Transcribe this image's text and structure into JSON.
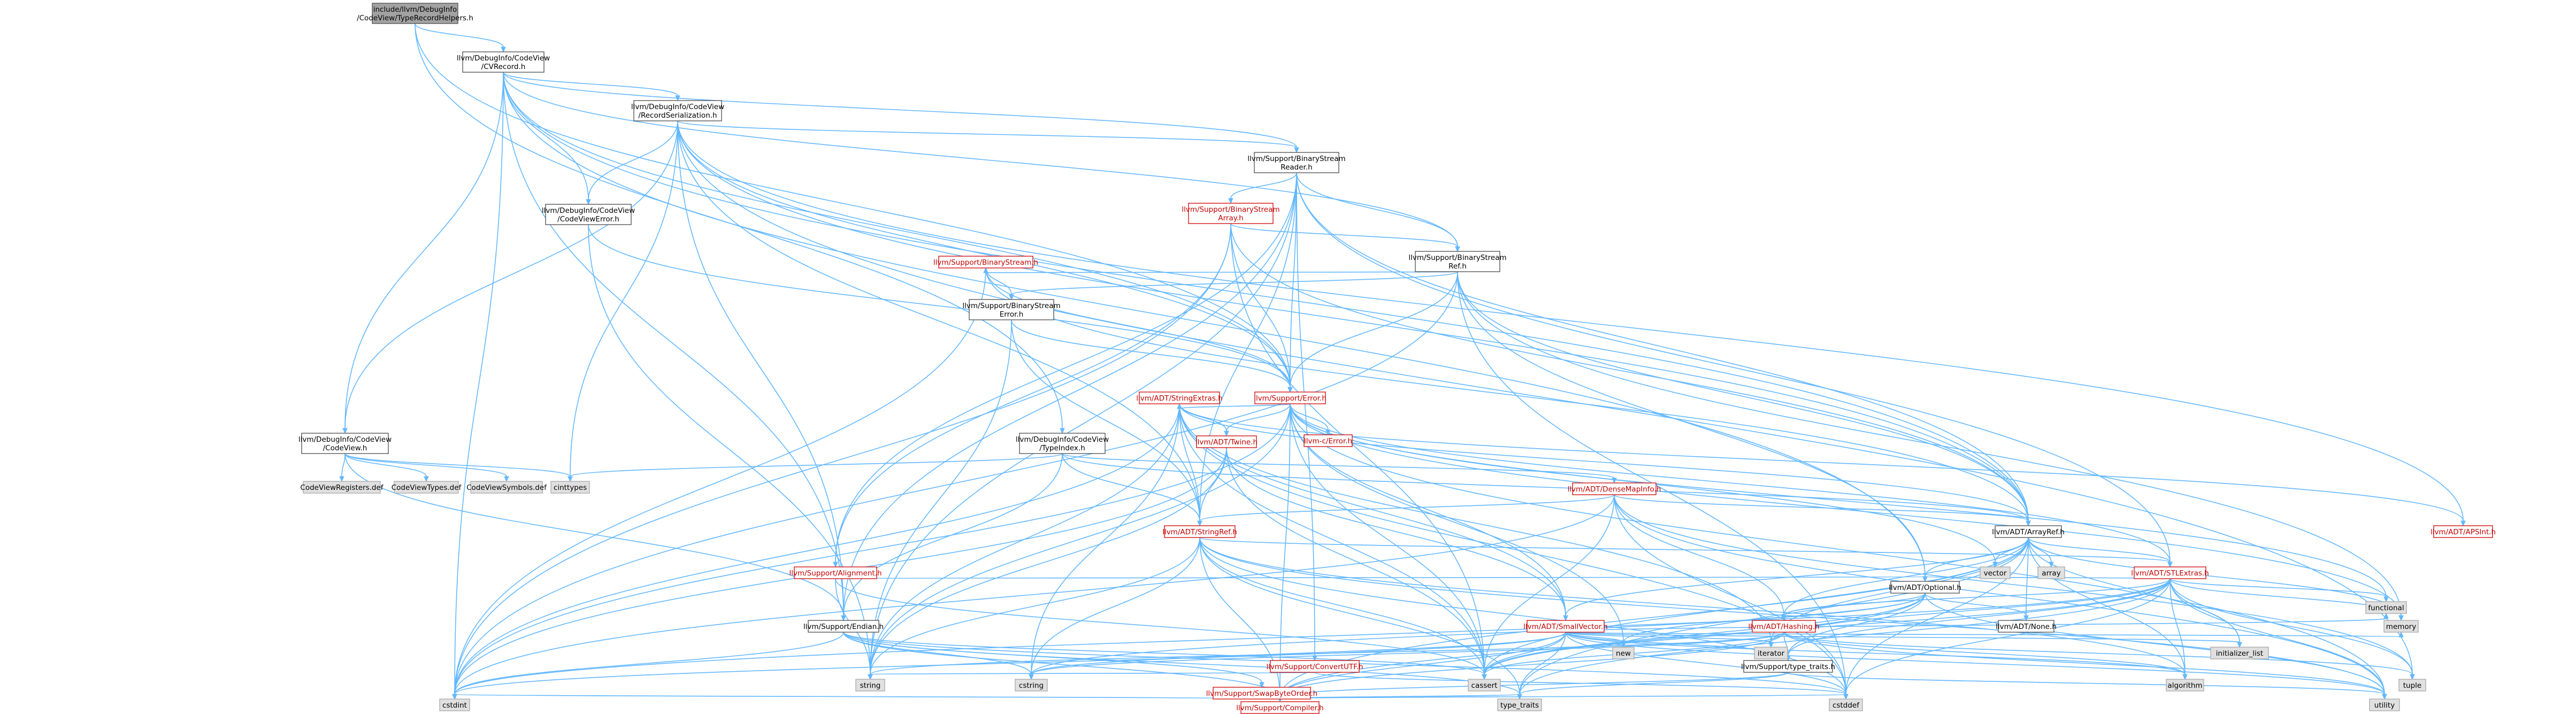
{
  "diagram": {
    "nodes": [
      {
        "id": "root",
        "lines": [
          "include/llvm/DebugInfo",
          "/CodeView/TypeRecordHelpers.h"
        ],
        "style": "root"
      },
      {
        "id": "cvrecord",
        "lines": [
          "llvm/DebugInfo/CodeView",
          "/CVRecord.h"
        ],
        "style": "plain"
      },
      {
        "id": "recser",
        "lines": [
          "llvm/DebugInfo/CodeView",
          "/RecordSerialization.h"
        ],
        "style": "plain"
      },
      {
        "id": "bsreader",
        "lines": [
          "llvm/Support/BinaryStream",
          "Reader.h"
        ],
        "style": "plain"
      },
      {
        "id": "bsarray",
        "lines": [
          "llvm/Support/BinaryStream",
          "Array.h"
        ],
        "style": "red"
      },
      {
        "id": "cverror",
        "lines": [
          "llvm/DebugInfo/CodeView",
          "/CodeViewError.h"
        ],
        "style": "plain"
      },
      {
        "id": "bsref",
        "lines": [
          "llvm/Support/BinaryStream",
          "Ref.h"
        ],
        "style": "plain"
      },
      {
        "id": "bstream",
        "lines": [
          "llvm/Support/BinaryStream.h"
        ],
        "style": "red"
      },
      {
        "id": "bserror",
        "lines": [
          "llvm/Support/BinaryStream",
          "Error.h"
        ],
        "style": "plain"
      },
      {
        "id": "error",
        "lines": [
          "llvm/Support/Error.h"
        ],
        "style": "red"
      },
      {
        "id": "codeview",
        "lines": [
          "llvm/DebugInfo/CodeView",
          "/CodeView.h"
        ],
        "style": "plain"
      },
      {
        "id": "typeindex",
        "lines": [
          "llvm/DebugInfo/CodeView",
          "/TypeIndex.h"
        ],
        "style": "plain"
      },
      {
        "id": "strext",
        "lines": [
          "llvm/ADT/StringExtras.h"
        ],
        "style": "red"
      },
      {
        "id": "cerror",
        "lines": [
          "llvm-c/Error.h"
        ],
        "style": "red"
      },
      {
        "id": "twine",
        "lines": [
          "llvm/ADT/Twine.h"
        ],
        "style": "red"
      },
      {
        "id": "strref",
        "lines": [
          "llvm/ADT/StringRef.h"
        ],
        "style": "red"
      },
      {
        "id": "densemapinfo",
        "lines": [
          "llvm/ADT/DenseMapInfo.h"
        ],
        "style": "red"
      },
      {
        "id": "arrayref",
        "lines": [
          "llvm/ADT/ArrayRef.h"
        ],
        "style": "plain"
      },
      {
        "id": "apsint",
        "lines": [
          "llvm/ADT/APSInt.h"
        ],
        "style": "red"
      },
      {
        "id": "alignment",
        "lines": [
          "llvm/Support/Alignment.h"
        ],
        "style": "red"
      },
      {
        "id": "stlextras",
        "lines": [
          "llvm/ADT/STLExtras.h"
        ],
        "style": "red"
      },
      {
        "id": "optional",
        "lines": [
          "llvm/ADT/Optional.h"
        ],
        "style": "plain"
      },
      {
        "id": "smallvec",
        "lines": [
          "llvm/ADT/SmallVector.h"
        ],
        "style": "red"
      },
      {
        "id": "convertutf",
        "lines": [
          "llvm/Support/ConvertUTF.h"
        ],
        "style": "red"
      },
      {
        "id": "endian",
        "lines": [
          "llvm/Support/Endian.h"
        ],
        "style": "plain"
      },
      {
        "id": "none",
        "lines": [
          "llvm/ADT/None.h"
        ],
        "style": "plain"
      },
      {
        "id": "hashing",
        "lines": [
          "llvm/ADT/Hashing.h"
        ],
        "style": "red"
      },
      {
        "id": "swapbyte",
        "lines": [
          "llvm/Support/SwapByteOrder.h"
        ],
        "style": "red"
      },
      {
        "id": "typetraits",
        "lines": [
          "llvm/Support/type_traits.h"
        ],
        "style": "plain"
      },
      {
        "id": "compiler",
        "lines": [
          "llvm/Support/Compiler.h"
        ],
        "style": "red"
      },
      {
        "id": "cvreg",
        "lines": [
          "CodeViewRegisters.def"
        ],
        "style": "grey"
      },
      {
        "id": "cvtypes",
        "lines": [
          "CodeViewTypes.def"
        ],
        "style": "grey"
      },
      {
        "id": "cvsym",
        "lines": [
          "CodeViewSymbols.def"
        ],
        "style": "grey"
      },
      {
        "id": "cinttypes",
        "lines": [
          "cinttypes"
        ],
        "style": "grey"
      },
      {
        "id": "vector",
        "lines": [
          "vector"
        ],
        "style": "grey"
      },
      {
        "id": "array",
        "lines": [
          "array"
        ],
        "style": "grey"
      },
      {
        "id": "functional",
        "lines": [
          "functional"
        ],
        "style": "grey"
      },
      {
        "id": "memory",
        "lines": [
          "memory"
        ],
        "style": "grey"
      },
      {
        "id": "initlist",
        "lines": [
          "initializer_list"
        ],
        "style": "grey"
      },
      {
        "id": "iterator",
        "lines": [
          "iterator"
        ],
        "style": "grey"
      },
      {
        "id": "new",
        "lines": [
          "new"
        ],
        "style": "grey"
      },
      {
        "id": "string",
        "lines": [
          "string"
        ],
        "style": "grey"
      },
      {
        "id": "cstring",
        "lines": [
          "cstring"
        ],
        "style": "grey"
      },
      {
        "id": "cassert",
        "lines": [
          "cassert"
        ],
        "style": "grey"
      },
      {
        "id": "algorithm",
        "lines": [
          "algorithm"
        ],
        "style": "grey"
      },
      {
        "id": "tuple",
        "lines": [
          "tuple"
        ],
        "style": "grey"
      },
      {
        "id": "cstdint",
        "lines": [
          "cstdint"
        ],
        "style": "grey"
      },
      {
        "id": "typetraitsstd",
        "lines": [
          "type_traits"
        ],
        "style": "grey"
      },
      {
        "id": "cstddef",
        "lines": [
          "cstddef"
        ],
        "style": "grey"
      },
      {
        "id": "utility",
        "lines": [
          "utility"
        ],
        "style": "grey"
      }
    ],
    "edges": [
      [
        "root",
        "cvrecord"
      ],
      [
        "root",
        "error"
      ],
      [
        "root",
        "typeindex"
      ],
      [
        "cvrecord",
        "recser"
      ],
      [
        "cvrecord",
        "cverror"
      ],
      [
        "cvrecord",
        "codeview"
      ],
      [
        "cvrecord",
        "bsreader"
      ],
      [
        "cvrecord",
        "bsref"
      ],
      [
        "cvrecord",
        "arrayref"
      ],
      [
        "cvrecord",
        "optional"
      ],
      [
        "cvrecord",
        "endian"
      ],
      [
        "cvrecord",
        "error"
      ],
      [
        "cvrecord",
        "cstdint"
      ],
      [
        "recser",
        "bsreader"
      ],
      [
        "recser",
        "cverror"
      ],
      [
        "recser",
        "codeview"
      ],
      [
        "recser",
        "apsint"
      ],
      [
        "recser",
        "arrayref"
      ],
      [
        "recser",
        "strref"
      ],
      [
        "recser",
        "endian"
      ],
      [
        "recser",
        "error"
      ],
      [
        "recser",
        "cinttypes"
      ],
      [
        "recser",
        "tuple"
      ],
      [
        "bsreader",
        "bsarray"
      ],
      [
        "bsreader",
        "bsref"
      ],
      [
        "bsreader",
        "alignment"
      ],
      [
        "bsreader",
        "convertutf"
      ],
      [
        "bsreader",
        "endian"
      ],
      [
        "bsreader",
        "error"
      ],
      [
        "bsreader",
        "arrayref"
      ],
      [
        "bsreader",
        "strref"
      ],
      [
        "bsreader",
        "stlextras"
      ],
      [
        "bsreader",
        "string"
      ],
      [
        "bsreader",
        "type_traits_placeholder"
      ],
      [
        "bsarray",
        "bsref"
      ],
      [
        "bsarray",
        "error"
      ],
      [
        "bsarray",
        "arrayref"
      ],
      [
        "bsarray",
        "alignment"
      ],
      [
        "bsarray",
        "cassert"
      ],
      [
        "bsarray",
        "cstdint"
      ],
      [
        "cverror",
        "error"
      ],
      [
        "cverror",
        "string"
      ],
      [
        "bsref",
        "bstream"
      ],
      [
        "bsref",
        "bserror"
      ],
      [
        "bsref",
        "error"
      ],
      [
        "bsref",
        "arrayref"
      ],
      [
        "bsref",
        "optional"
      ],
      [
        "bsref",
        "cstdint"
      ],
      [
        "bsref",
        "memory"
      ],
      [
        "bsref",
        "cstddef"
      ],
      [
        "bstream",
        "bserror"
      ],
      [
        "bstream",
        "error"
      ],
      [
        "bstream",
        "arrayref"
      ],
      [
        "bstream",
        "cstdint"
      ],
      [
        "bserror",
        "strref"
      ],
      [
        "bserror",
        "error"
      ],
      [
        "bserror",
        "string"
      ],
      [
        "error",
        "cerror"
      ],
      [
        "error",
        "strext"
      ],
      [
        "error",
        "twine"
      ],
      [
        "error",
        "smallvec"
      ],
      [
        "error",
        "stlextras"
      ],
      [
        "error",
        "compiler"
      ],
      [
        "error",
        "cassert"
      ],
      [
        "error",
        "cstdint"
      ],
      [
        "error",
        "functional"
      ],
      [
        "error",
        "memory"
      ],
      [
        "error",
        "new"
      ],
      [
        "error",
        "string"
      ],
      [
        "error",
        "utility"
      ],
      [
        "error",
        "vector"
      ],
      [
        "error",
        "cstdlib_placeholder"
      ],
      [
        "codeview",
        "cvreg"
      ],
      [
        "codeview",
        "cvtypes"
      ],
      [
        "codeview",
        "cvsym"
      ],
      [
        "codeview",
        "cinttypes"
      ],
      [
        "codeview",
        "endian"
      ],
      [
        "codeview",
        "type_traits_placeholder"
      ],
      [
        "typeindex",
        "endian"
      ],
      [
        "typeindex",
        "cinttypes"
      ],
      [
        "typeindex",
        "densemapinfo"
      ],
      [
        "typeindex",
        "arrayref"
      ],
      [
        "typeindex",
        "strref"
      ],
      [
        "strext",
        "twine"
      ],
      [
        "strext",
        "arrayref"
      ],
      [
        "strext",
        "strref"
      ],
      [
        "strext",
        "smallvec"
      ],
      [
        "strext",
        "apsint"
      ],
      [
        "strext",
        "iterator"
      ],
      [
        "strext",
        "string"
      ],
      [
        "strext",
        "cstring"
      ],
      [
        "strext",
        "cassert"
      ],
      [
        "strext",
        "cstddef"
      ],
      [
        "strext",
        "cstdint"
      ],
      [
        "twine",
        "smallvec"
      ],
      [
        "twine",
        "strref"
      ],
      [
        "twine",
        "cassert"
      ],
      [
        "twine",
        "cstdint"
      ],
      [
        "twine",
        "string"
      ],
      [
        "strref",
        "stlextras"
      ],
      [
        "strref",
        "compiler"
      ],
      [
        "strref",
        "algorithm"
      ],
      [
        "strref",
        "cassert"
      ],
      [
        "strref",
        "cstddef"
      ],
      [
        "strref",
        "cstring"
      ],
      [
        "strref",
        "limits_placeholder"
      ],
      [
        "strref",
        "string"
      ],
      [
        "strref",
        "typetraitsstd"
      ],
      [
        "strref",
        "utility"
      ],
      [
        "densemapinfo",
        "arrayref"
      ],
      [
        "densemapinfo",
        "hashing"
      ],
      [
        "densemapinfo",
        "strref"
      ],
      [
        "densemapinfo",
        "cassert"
      ],
      [
        "densemapinfo",
        "cstddef"
      ],
      [
        "densemapinfo",
        "cstdint"
      ],
      [
        "densemapinfo",
        "tuple"
      ],
      [
        "densemapinfo",
        "utility"
      ],
      [
        "arrayref",
        "hashing"
      ],
      [
        "arrayref",
        "none"
      ],
      [
        "arrayref",
        "smallvec"
      ],
      [
        "arrayref",
        "stlextras"
      ],
      [
        "arrayref",
        "compiler"
      ],
      [
        "arrayref",
        "algorithm"
      ],
      [
        "arrayref",
        "array"
      ],
      [
        "arrayref",
        "cassert"
      ],
      [
        "arrayref",
        "cstddef"
      ],
      [
        "arrayref",
        "initlist"
      ],
      [
        "arrayref",
        "iterator"
      ],
      [
        "arrayref",
        "memory"
      ],
      [
        "arrayref",
        "typetraitsstd"
      ],
      [
        "arrayref",
        "vector"
      ],
      [
        "arrayref",
        "optional"
      ],
      [
        "alignment",
        "optional"
      ],
      [
        "alignment",
        "cassert"
      ],
      [
        "alignment",
        "string"
      ],
      [
        "stlextras",
        "optional"
      ],
      [
        "stlextras",
        "typetraits"
      ],
      [
        "stlextras",
        "hashing"
      ],
      [
        "stlextras",
        "algorithm"
      ],
      [
        "stlextras",
        "cassert"
      ],
      [
        "stlextras",
        "cstddef"
      ],
      [
        "stlextras",
        "cstdint"
      ],
      [
        "stlextras",
        "functional"
      ],
      [
        "stlextras",
        "initlist"
      ],
      [
        "stlextras",
        "iterator"
      ],
      [
        "stlextras",
        "memory"
      ],
      [
        "stlextras",
        "tuple"
      ],
      [
        "stlextras",
        "typetraitsstd"
      ],
      [
        "stlextras",
        "utility"
      ],
      [
        "optional",
        "hashing"
      ],
      [
        "optional",
        "none"
      ],
      [
        "optional",
        "typetraits"
      ],
      [
        "optional",
        "compiler"
      ],
      [
        "optional",
        "cassert"
      ],
      [
        "optional",
        "cstring"
      ],
      [
        "optional",
        "new"
      ],
      [
        "optional",
        "utility"
      ],
      [
        "smallvec",
        "compiler"
      ],
      [
        "smallvec",
        "typetraits"
      ],
      [
        "smallvec",
        "algorithm"
      ],
      [
        "smallvec",
        "cassert"
      ],
      [
        "smallvec",
        "cstddef"
      ],
      [
        "smallvec",
        "cstdint"
      ],
      [
        "smallvec",
        "cstring"
      ],
      [
        "smallvec",
        "functional"
      ],
      [
        "smallvec",
        "initlist"
      ],
      [
        "smallvec",
        "iterator"
      ],
      [
        "smallvec",
        "memory"
      ],
      [
        "smallvec",
        "new"
      ],
      [
        "smallvec",
        "typetraitsstd"
      ],
      [
        "smallvec",
        "utility"
      ],
      [
        "convertutf",
        "cstddef"
      ],
      [
        "convertutf",
        "string"
      ],
      [
        "endian",
        "swapbyte"
      ],
      [
        "endian",
        "compiler"
      ],
      [
        "endian",
        "cassert"
      ],
      [
        "endian",
        "cstddef"
      ],
      [
        "endian",
        "cstdint"
      ],
      [
        "endian",
        "cstring"
      ],
      [
        "endian",
        "typetraitsstd"
      ],
      [
        "hashing",
        "typetraits"
      ],
      [
        "hashing",
        "compiler"
      ],
      [
        "hashing",
        "algorithm"
      ],
      [
        "hashing",
        "cassert"
      ],
      [
        "hashing",
        "cstring"
      ],
      [
        "hashing",
        "string"
      ],
      [
        "hashing",
        "tuple"
      ],
      [
        "hashing",
        "utility"
      ],
      [
        "swapbyte",
        "compiler"
      ],
      [
        "swapbyte",
        "cstddef"
      ],
      [
        "swapbyte",
        "cstdint"
      ],
      [
        "swapbyte",
        "typetraitsstd"
      ],
      [
        "typetraits",
        "compiler"
      ],
      [
        "typetraits",
        "typetraitsstd"
      ],
      [
        "typetraits",
        "utility"
      ]
    ]
  }
}
